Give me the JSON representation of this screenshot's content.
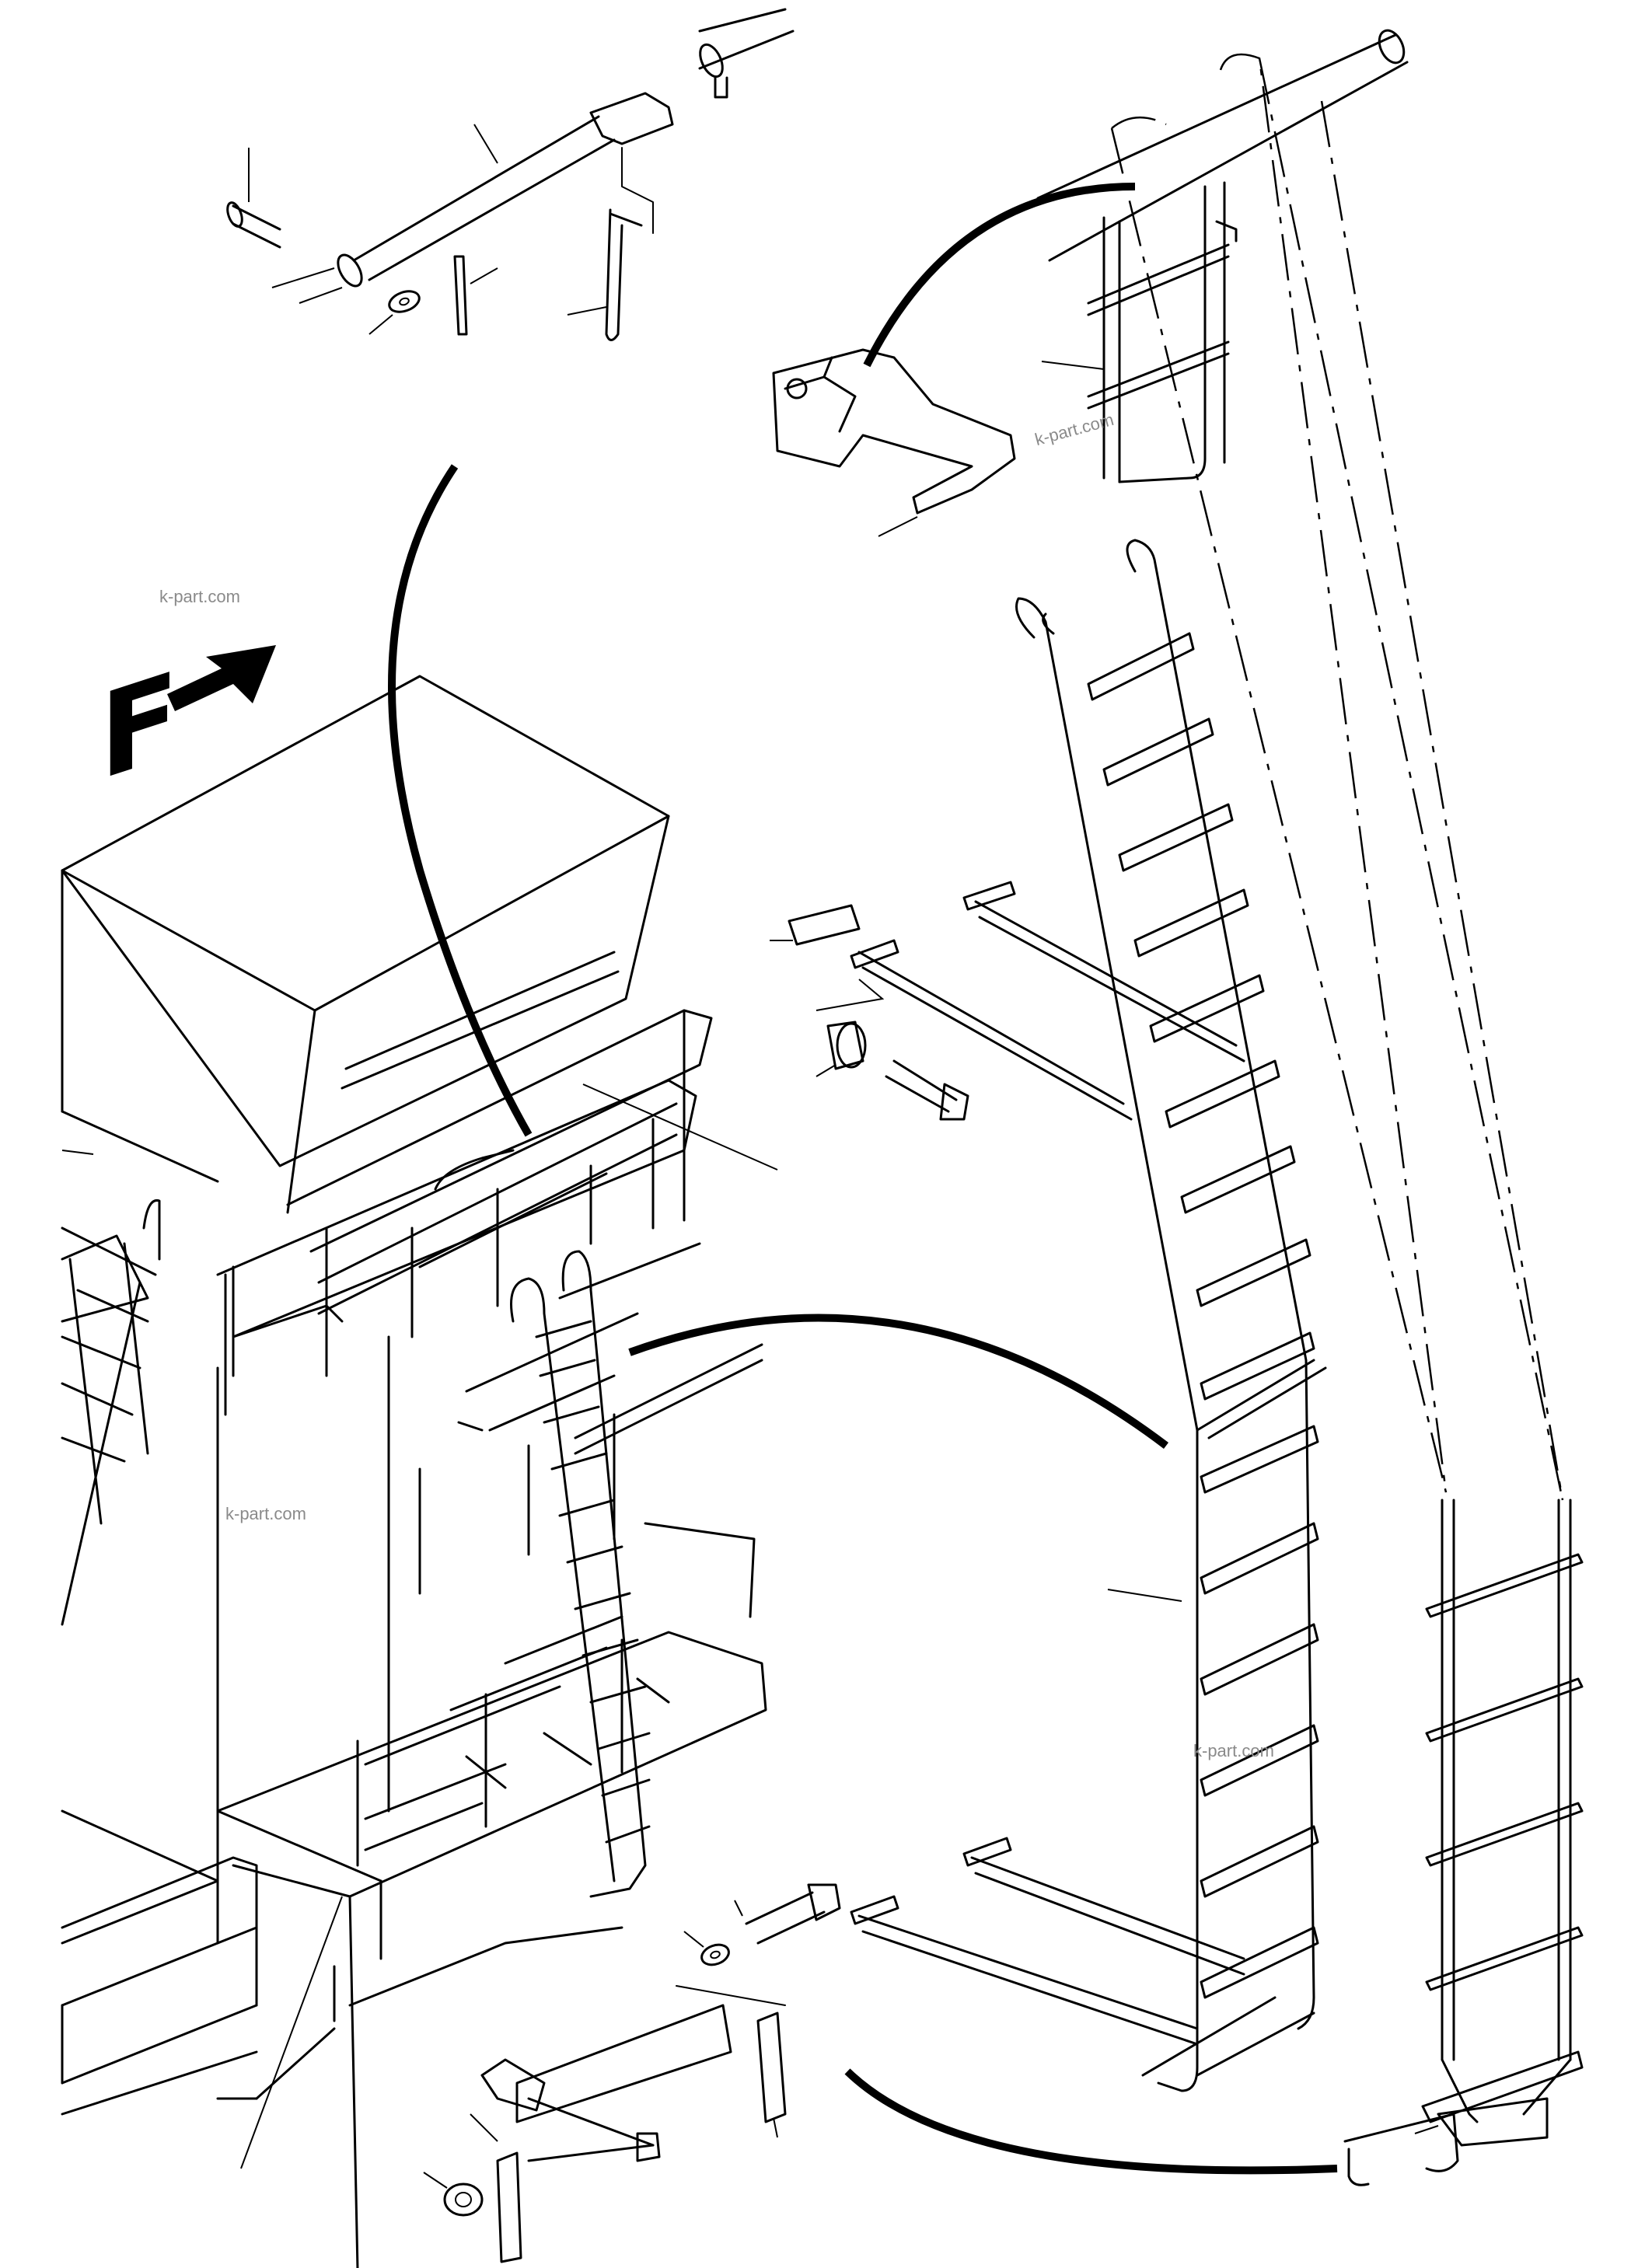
{
  "diagram": {
    "direction_label": "F",
    "watermarks": [
      "k-part.com",
      "k-part.com",
      "k-part.com",
      "k-part.com"
    ]
  }
}
